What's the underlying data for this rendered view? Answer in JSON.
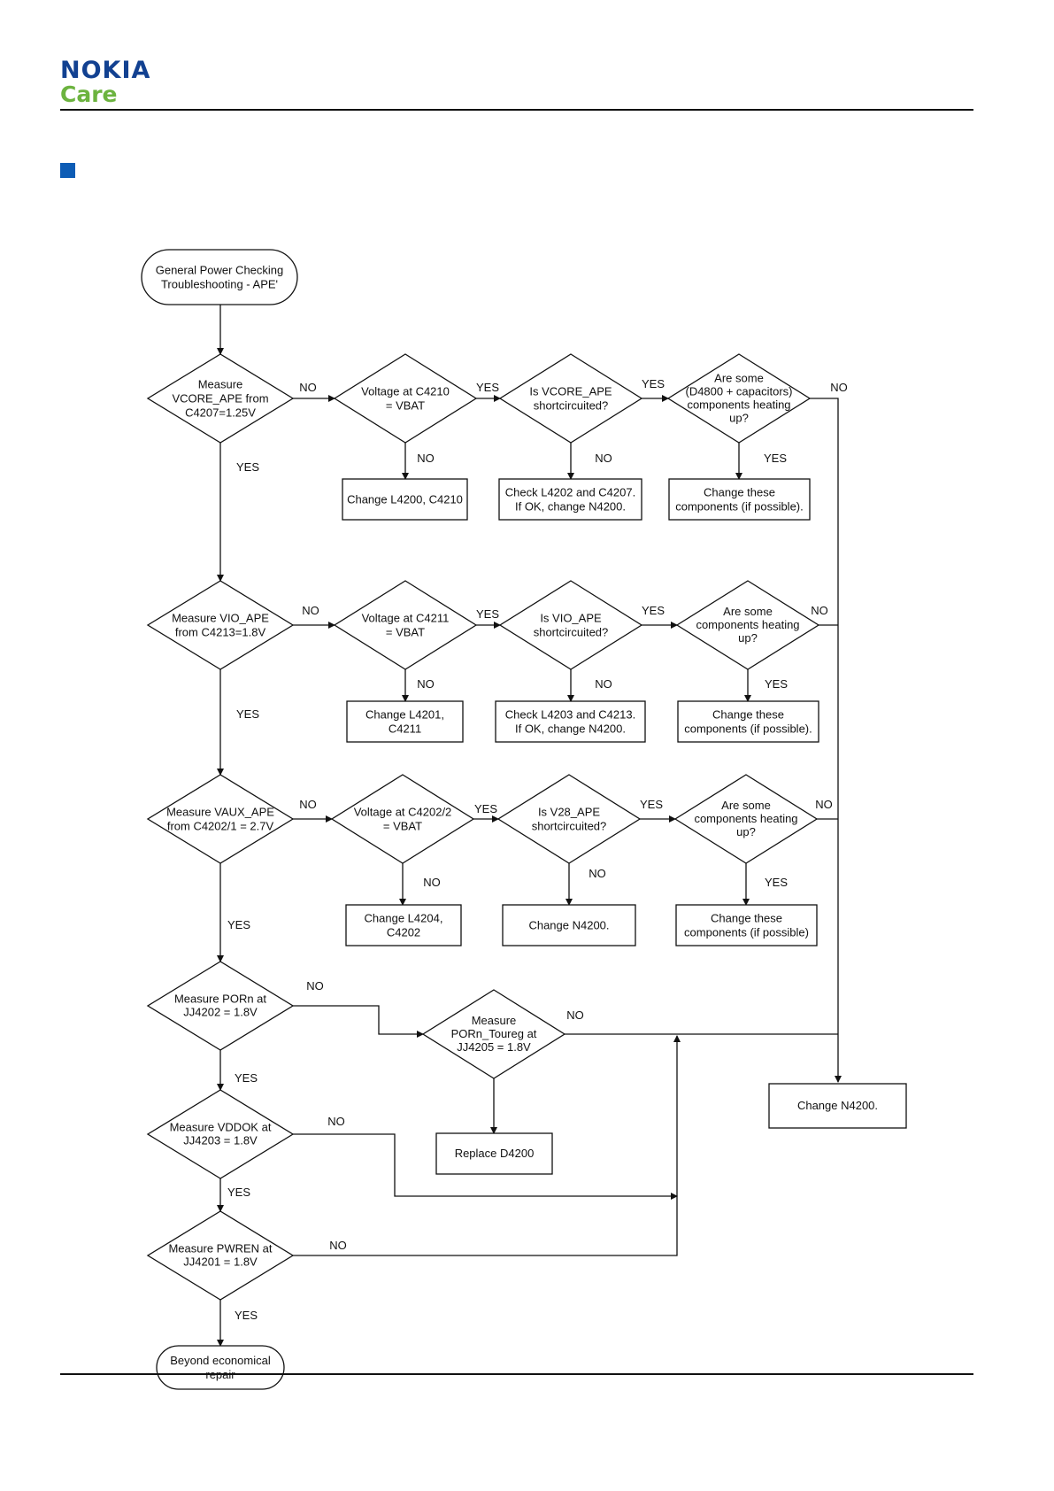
{
  "header": {
    "brand": "NOKIA",
    "subbrand": "Care"
  },
  "flow": {
    "start": "General Power Checking|Troubleshooting - APE'",
    "end": "Beyond economical|repair",
    "vcore": {
      "check": "Measure|VCORE_APE from|C4207=1.25V",
      "voltage": "Voltage at C4210|= VBAT",
      "short": "Is VCORE_APE|shortcircuited?",
      "heating": "Are some|(D4800 + capacitors)|components heating|up?",
      "fix_voltage": "Change L4200, C4210",
      "fix_short": "Check L4202 and C4207.|If OK, change N4200.",
      "fix_heating": "Change these|components (if possible)."
    },
    "vio": {
      "check": "Measure VIO_APE|from C4213=1.8V",
      "voltage": "Voltage at C4211|= VBAT",
      "short": "Is VIO_APE|shortcircuited?",
      "heating": "Are some|components heating|up?",
      "fix_voltage": "Change L4201,|C4211",
      "fix_short": "Check L4203 and C4213.|If OK, change N4200.",
      "fix_heating": "Change these|components (if possible)."
    },
    "vaux": {
      "check": "Measure VAUX_APE|from C4202/1 = 2.7V",
      "voltage": "Voltage at C4202/2|= VBAT",
      "short": "Is V28_APE|shortcircuited?",
      "heating": "Are some|components heating|up?",
      "fix_voltage": "Change L4204,|C4202",
      "fix_short": "Change N4200.",
      "fix_heating": "Change these|components (if possible)"
    },
    "porn": {
      "check": "Measure PORn at|JJ4202 = 1.8V",
      "toureg": "Measure|PORn_Toureg at|JJ4205 = 1.8V",
      "fix_toureg": "Replace D4200"
    },
    "vddok": "Measure VDDOK at|JJ4203 = 1.8V",
    "pwren": "Measure PWREN at|JJ4201 = 1.8V",
    "change_n4200": "Change N4200.",
    "yes": "YES",
    "no": "NO"
  },
  "colors": {
    "brand_blue": "#124191",
    "brand_green": "#6cb33f",
    "bullet": "#0d5cb5"
  }
}
